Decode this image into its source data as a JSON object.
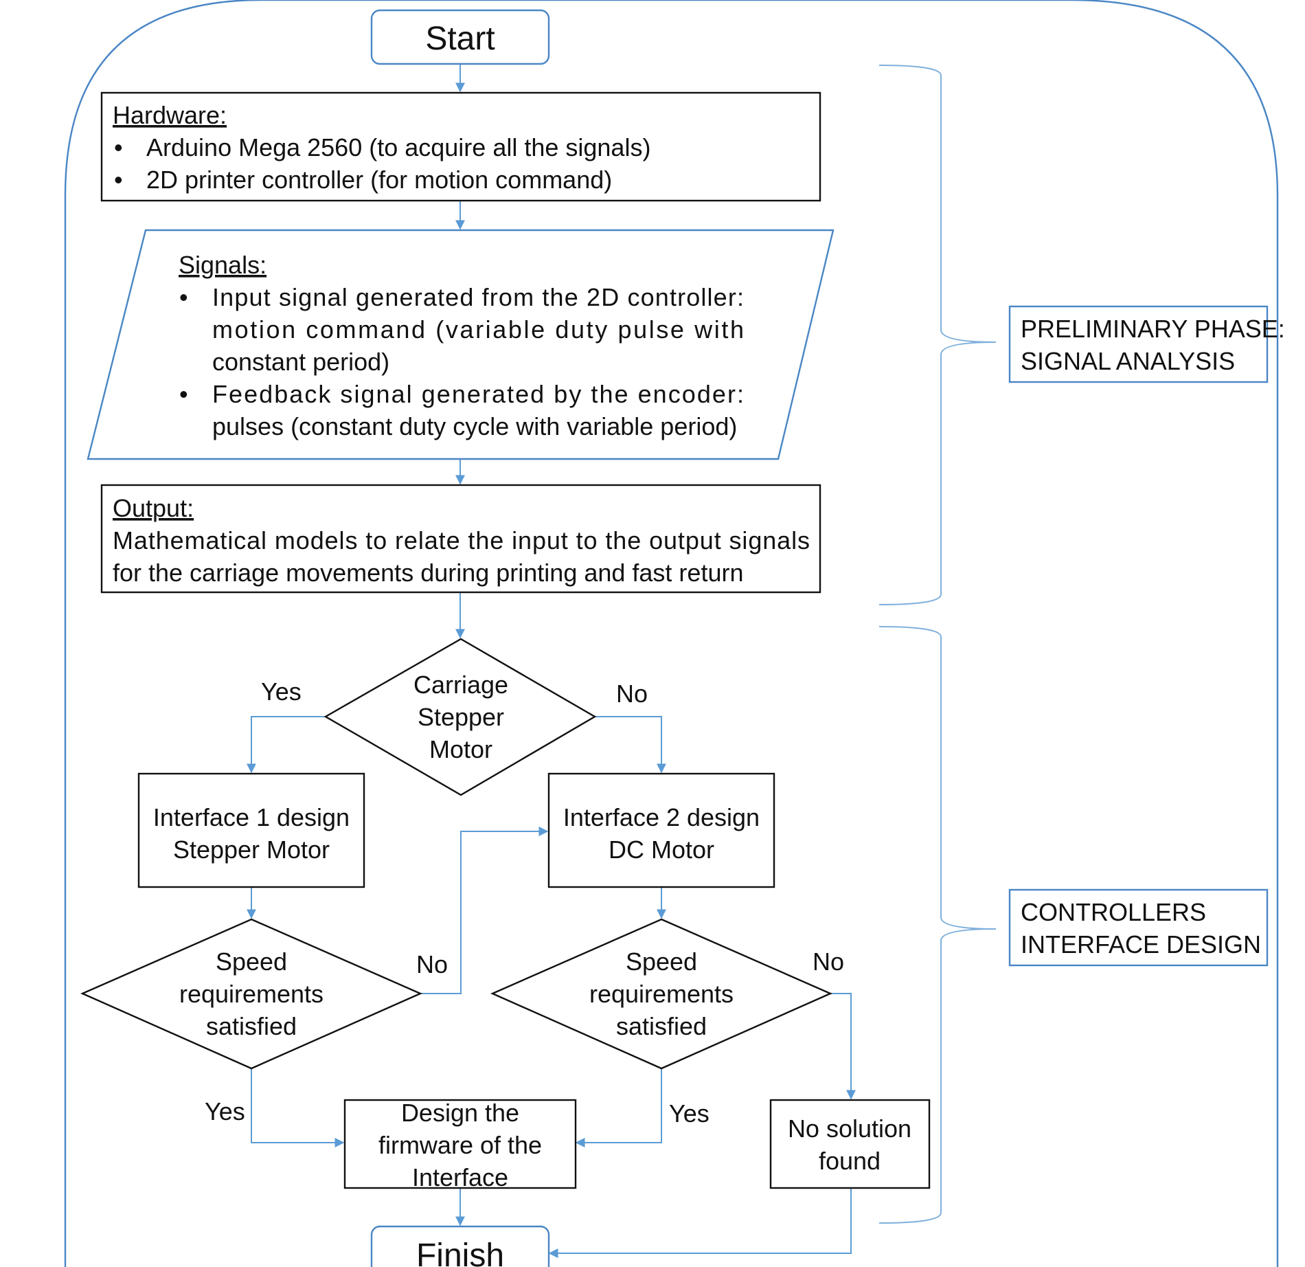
{
  "nodes": {
    "start": "Start",
    "finish": "Finish",
    "hardware": {
      "heading": "Hardware:",
      "items": [
        "Arduino Mega 2560 (to acquire all the signals)",
        "2D printer controller (for motion command)"
      ]
    },
    "signals": {
      "heading": "Signals:",
      "items": [
        [
          "Input signal generated from the 2D controller:",
          "motion command (variable duty pulse with",
          "constant period)"
        ],
        [
          "Feedback signal generated by the encoder:",
          "pulses (constant duty cycle with variable period)"
        ]
      ]
    },
    "output": {
      "heading": "Output:",
      "lines": [
        "Mathematical models to relate the input to the output signals",
        "for the carriage movements during printing and fast return"
      ]
    },
    "decision_carriage": [
      "Carriage",
      "Stepper",
      "Motor"
    ],
    "interface1": [
      "Interface 1  design",
      "Stepper Motor"
    ],
    "interface2": [
      "Interface 2 design",
      "DC Motor"
    ],
    "speed_left": [
      "Speed",
      "requirements",
      "satisfied"
    ],
    "speed_right": [
      "Speed",
      "requirements",
      "satisfied"
    ],
    "firmware": [
      "Design the",
      "firmware of the",
      "Interface"
    ],
    "no_solution": [
      "No solution",
      "found"
    ]
  },
  "edge_labels": {
    "carriage_yes": "Yes",
    "carriage_no": "No",
    "speed_left_no": "No",
    "speed_left_yes": "Yes",
    "speed_right_no": "No",
    "speed_right_yes": "Yes"
  },
  "phases": {
    "preliminary": [
      "PRELIMINARY PHASE:",
      "SIGNAL ANALYSIS"
    ],
    "controllers": [
      "CONTROLLERS",
      "INTERFACE DESIGN"
    ]
  },
  "colors": {
    "connector": "#5b9bd5",
    "frame": "#4a86c5",
    "box_border": "#111111"
  }
}
